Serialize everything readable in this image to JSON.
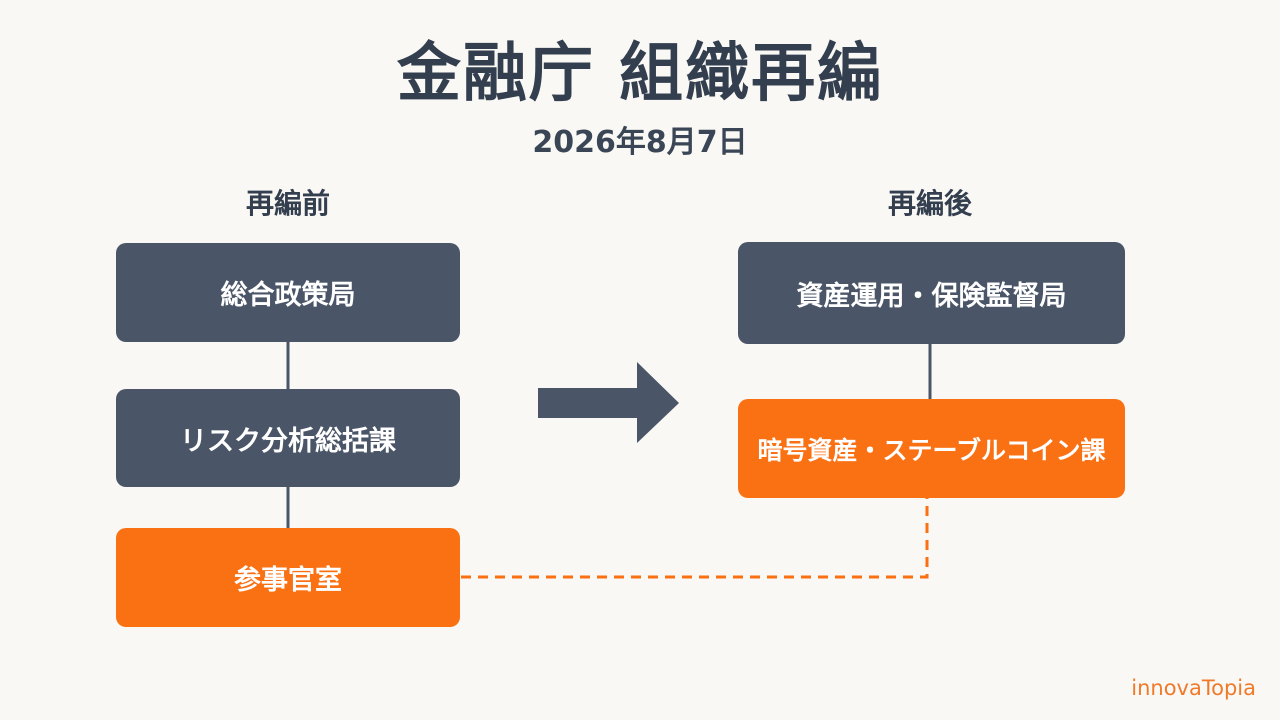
{
  "title": "金融庁 組織再編",
  "date": "2026年8月7日",
  "before": {
    "label": "再編前",
    "boxes": [
      "総合政策局",
      "リスク分析総括課",
      "参事官室"
    ]
  },
  "after": {
    "label": "再編後",
    "boxes": [
      "資産運用・保険監督局",
      "暗号資産・ステーブルコイン課"
    ]
  },
  "brand": "innovaTopia",
  "colors": {
    "dark": "#4a5668",
    "accent": "#fa7114",
    "background": "#faf8f4",
    "text": "#333f4f"
  }
}
